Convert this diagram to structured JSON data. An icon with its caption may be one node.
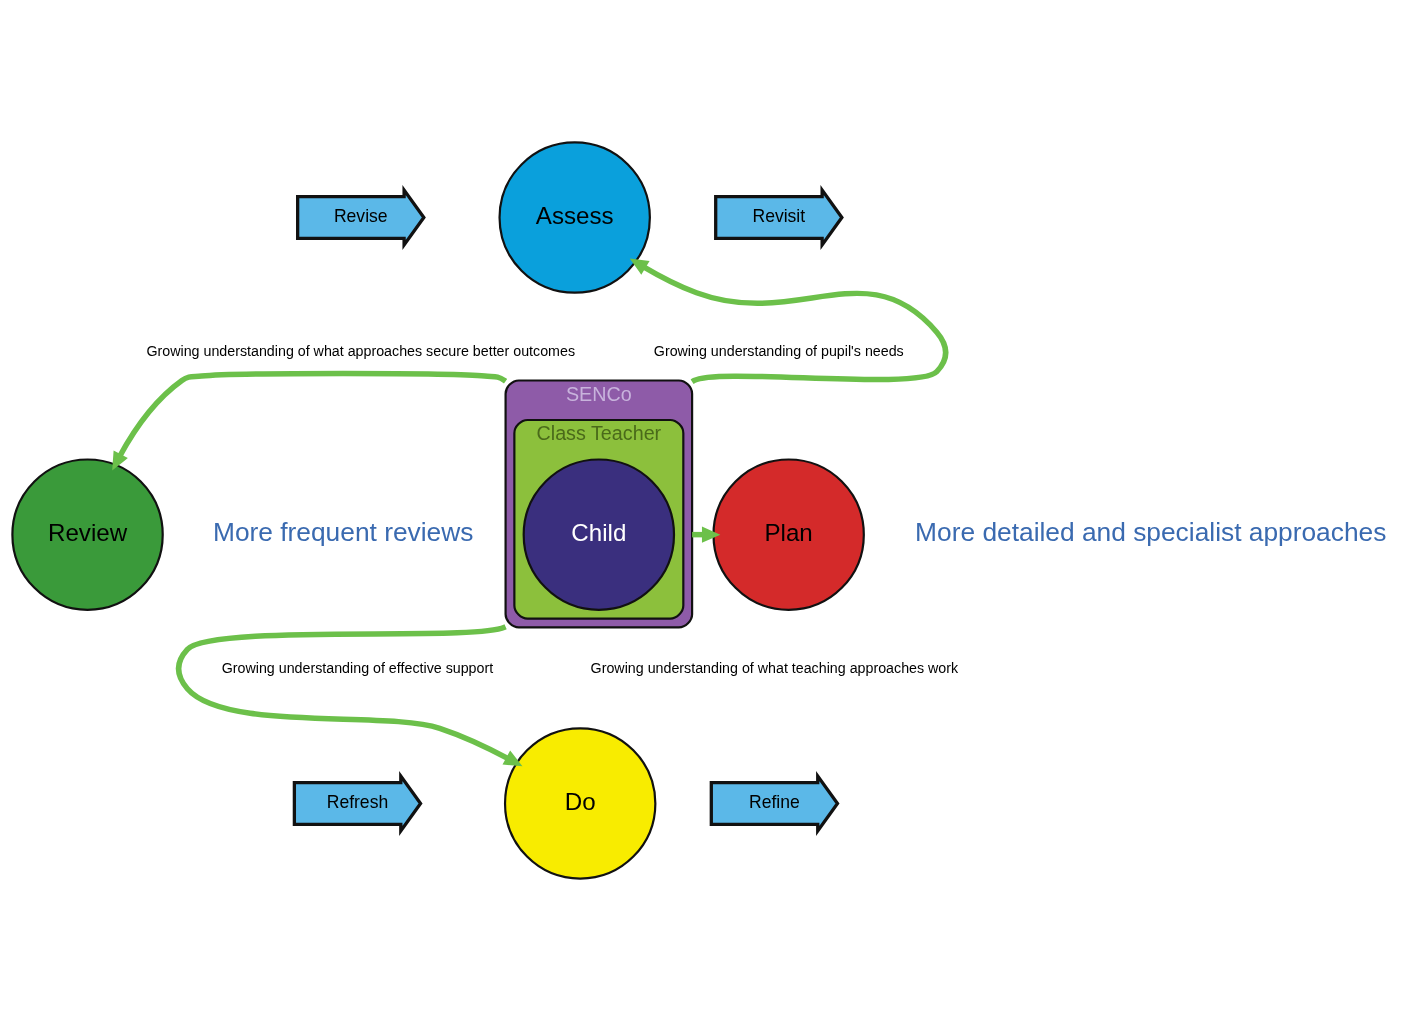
{
  "diagram": {
    "nodes": [
      {
        "text": [
          "Revise"
        ]
      },
      {
        "text": [
          "Assess"
        ]
      },
      {
        "text": [
          "Revisit"
        ]
      },
      {
        "text": [
          "SENCo"
        ]
      },
      {
        "text": [
          "Class Teacher"
        ],
        "in": 3
      },
      {
        "text": [
          "Child"
        ],
        "in": 4
      },
      {
        "text": [
          "Review"
        ]
      },
      {
        "text": [
          "Plan"
        ]
      },
      {
        "text": [
          "Refresh"
        ]
      },
      {
        "text": [
          "Do"
        ]
      },
      {
        "text": [
          "Refine"
        ]
      }
    ],
    "edges": [
      {
        "from": 3,
        "to": 1,
        "arrow": "to"
      },
      {
        "from": 3,
        "to": 7,
        "arrow": "to"
      },
      {
        "from": 3,
        "to": 9,
        "arrow": "to"
      },
      {
        "from": 3,
        "to": 6,
        "arrow": "to"
      }
    ],
    "labels": [
      "Growing understanding of what approaches secure better outcomes",
      "Growing understanding of pupil's needs",
      "More frequent reviews",
      "More detailed and specialist approaches",
      "Growing understanding of effective support",
      "Growing understanding of what teaching approaches work"
    ]
  }
}
